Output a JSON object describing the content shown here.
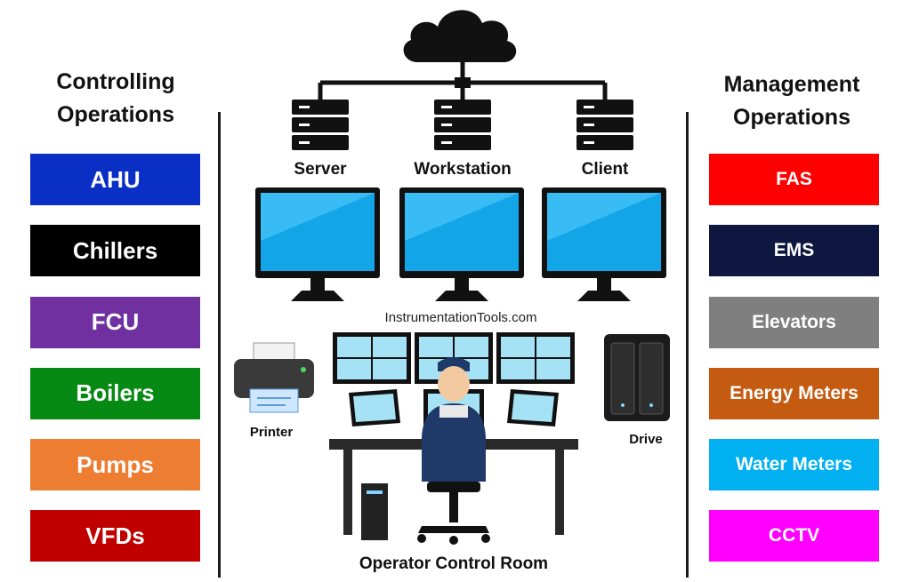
{
  "left_panel": {
    "heading_line1": "Controlling",
    "heading_line2": "Operations",
    "items": [
      {
        "label": "AHU",
        "color": "#0a2fc4"
      },
      {
        "label": "Chillers",
        "color": "#000000"
      },
      {
        "label": "FCU",
        "color": "#7030a0"
      },
      {
        "label": "Boilers",
        "color": "#078a14"
      },
      {
        "label": "Pumps",
        "color": "#ed7d31"
      },
      {
        "label": "VFDs",
        "color": "#c00000"
      }
    ]
  },
  "right_panel": {
    "heading_line1": "Management",
    "heading_line2": "Operations",
    "items": [
      {
        "label": "FAS",
        "color": "#ff0000"
      },
      {
        "label": "EMS",
        "color": "#0d1740"
      },
      {
        "label": "Elevators",
        "color": "#7f7f7f"
      },
      {
        "label": "Energy Meters",
        "color": "#c55a11"
      },
      {
        "label": "Water Meters",
        "color": "#00b0f0"
      },
      {
        "label": "CCTV",
        "color": "#ff00ff"
      }
    ]
  },
  "center": {
    "devices": [
      "Server",
      "Workstation",
      "Client"
    ],
    "printer_label": "Printer",
    "drive_label": "Drive",
    "watermark": "InstrumentationTools.com",
    "room_title": "Operator Control Room"
  },
  "icons": {
    "cloud": "cloud-icon",
    "server": "server-rack-icon",
    "monitor": "monitor-icon",
    "printer": "printer-icon",
    "drive": "nas-drive-icon",
    "operator": "operator-desk-illustration"
  },
  "colors": {
    "screen": "#12a6e8",
    "device": "#111111"
  }
}
